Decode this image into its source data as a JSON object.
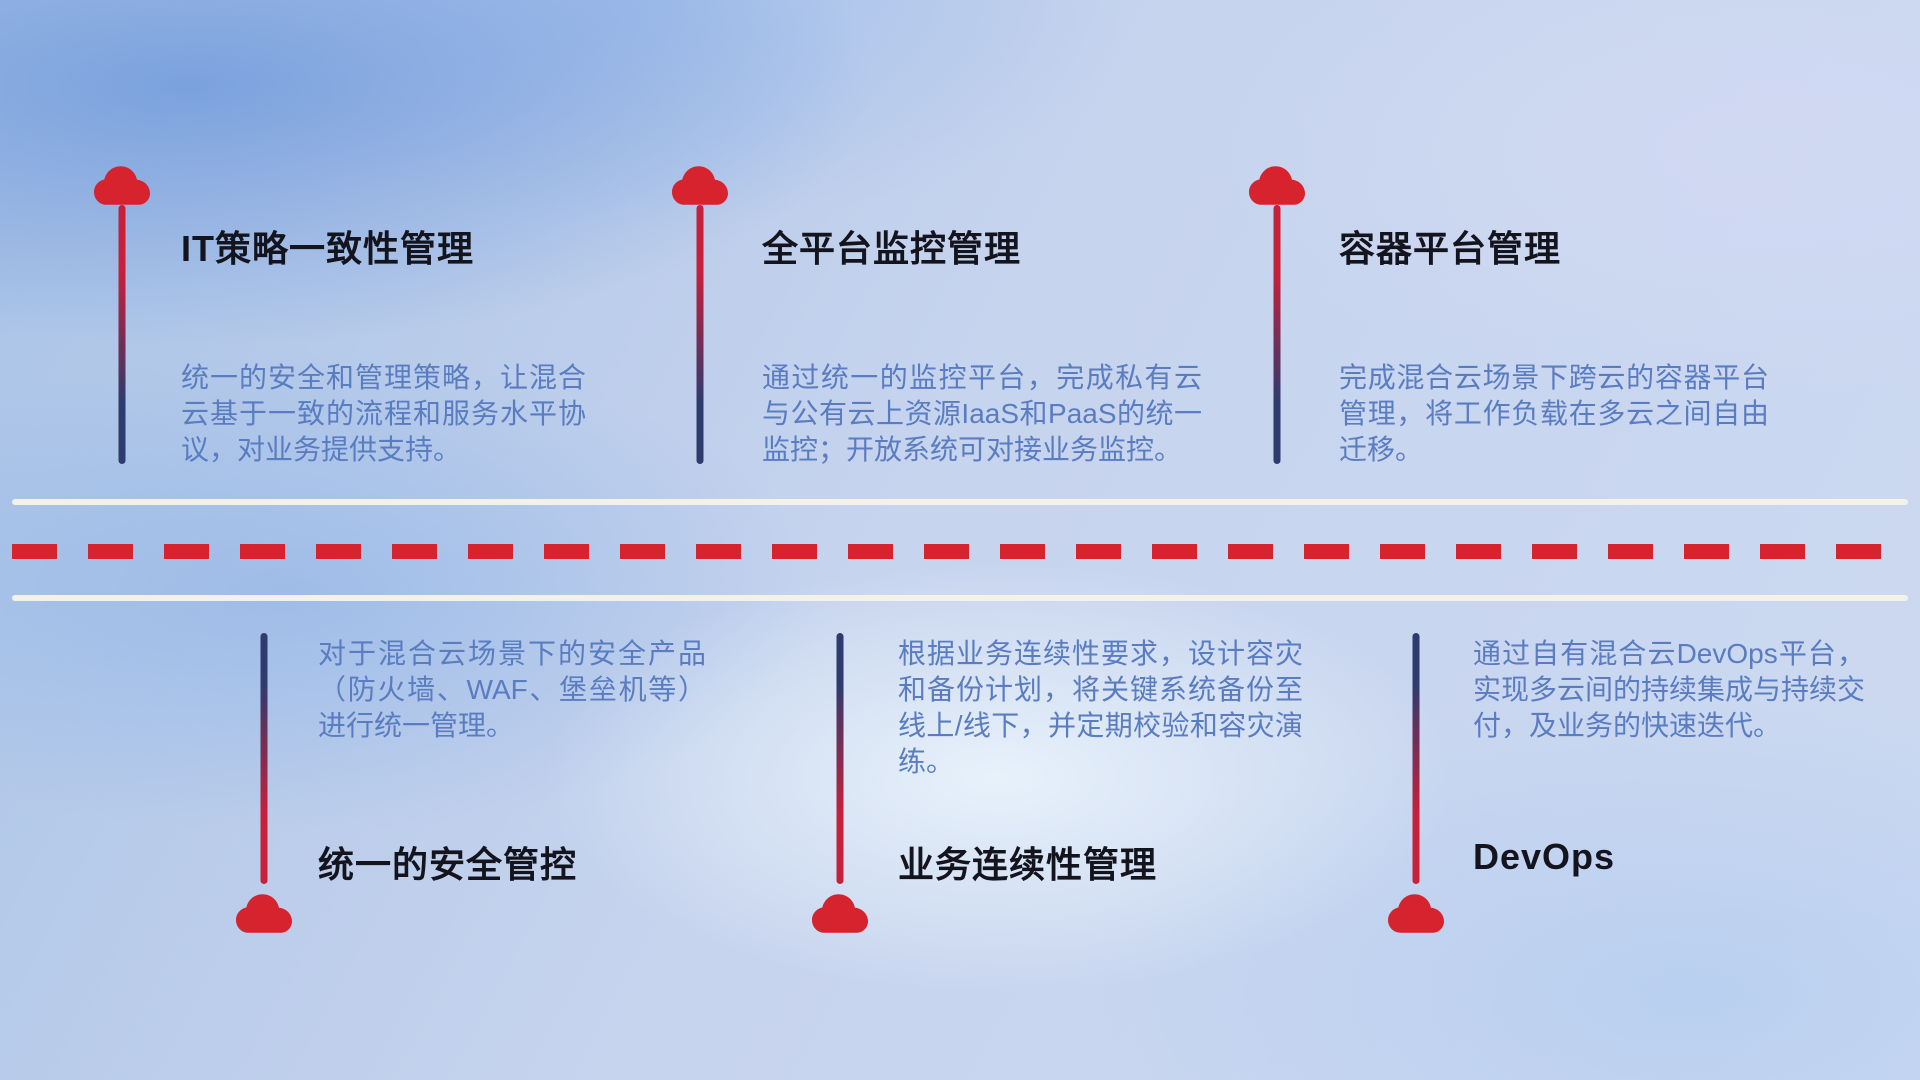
{
  "top_items": [
    {
      "icon": "cloud-icon",
      "title": "IT策略一致性管理",
      "description": "统一的安全和管理策略，让混合云基于一致的流程和服务水平协议，对业务提供支持。"
    },
    {
      "icon": "cloud-icon",
      "title": "全平台监控管理",
      "description": "通过统一的监控平台，完成私有云与公有云上资源IaaS和PaaS的统一监控；开放系统可对接业务监控。"
    },
    {
      "icon": "cloud-icon",
      "title": "容器平台管理",
      "description": "完成混合云场景下跨云的容器平台管理，将工作负载在多云之间自由迁移。"
    }
  ],
  "bottom_items": [
    {
      "icon": "cloud-icon",
      "title": "统一的安全管控",
      "description": "对于混合云场景下的安全产品（防火墙、WAF、堡垒机等）进行统一管理。"
    },
    {
      "icon": "cloud-icon",
      "title": "业务连续性管理",
      "description": "根据业务连续性要求，设计容灾和备份计划，将关键系统备份至线上/线下，并定期校验和容灾演练。"
    },
    {
      "icon": "cloud-icon",
      "title": "DevOps",
      "description": "通过自有混合云DevOps平台，实现多云间的持续集成与持续交付，及业务的快速迭代。"
    }
  ],
  "colors": {
    "cloud_red": "#d7232d",
    "line_red": "#c6203a",
    "line_navy": "#2e3b6e",
    "dash_red": "#d7232d",
    "road_line": "#f4f1ea",
    "title_text": "#14141e",
    "desc_text": "#5a7cc0"
  }
}
